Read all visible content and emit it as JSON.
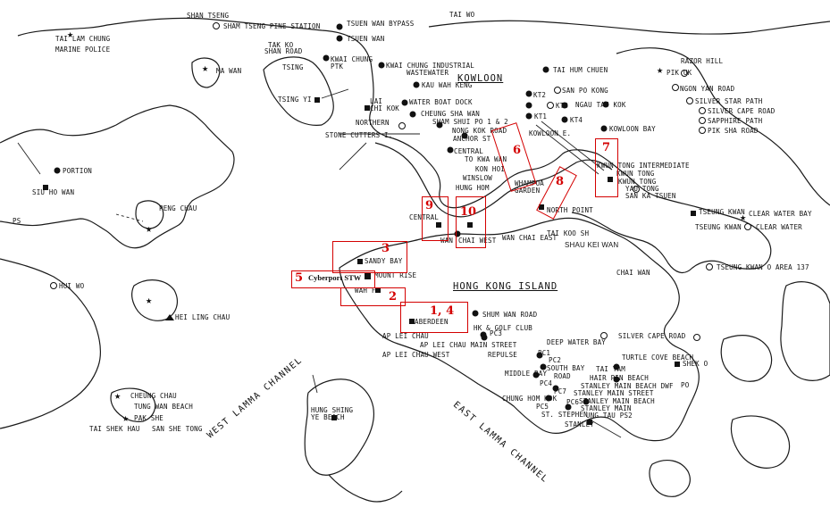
{
  "map": {
    "labels": {
      "shan_tseng": "SHAN TSENG",
      "sham_tseng_pine_station": "SHAM TSENG PINE STATION",
      "tsuen_wan_bypass": "TSUEN WAN BYPASS",
      "tsuen_wan": "TSUEN WAN",
      "tai_wo": "TAI WO",
      "tai_lam_chung": "TAI LAM CHUNG",
      "marine_police": "MARINE POLICE",
      "ma_wan": "MA WAN",
      "tai_ko": "TAK KO",
      "sha_road": "SHAN ROAD",
      "tsing": "TSING",
      "kwai_chung_ptk": "KWAI CHUNG\nPTK",
      "kwai_chung_industrial": "KWAI CHUNG INDUSTRIAL",
      "wastewater": "WASTEWATER",
      "kau_wah_keng": "KAU WAH KENG",
      "tsing_yi": "TSING YI",
      "kowloon": "KOWLOON",
      "tai_hum_chuen": "TAI HUM CHUEN",
      "razor_hill": "RAZOR HILL",
      "pik_uk": "PIK UK",
      "ngon_yan_road": "NGON YAN ROAD",
      "silver_star_path": "SILVER STAR PATH",
      "silver_cape_road": "SILVER CAPE ROAD",
      "sapphire_path": "SAPPHIRE PATH",
      "pik_sha_road": "PIK SHA ROAD",
      "san_po_kong": "SAN PO KONG",
      "kt2": "KT2",
      "kt3": "KT3",
      "kt1": "KT1",
      "kt4": "KT4",
      "ngau_tau_kok": "NGAU TAU KOK",
      "kowloon_bay": "KOWLOON BAY",
      "kowloon_e": "KOWLOON E.",
      "lai_chi_kok": "LAI\nCHI KOK",
      "water_boat_dock": "WATER BOAT DOCK",
      "cheung_sha_wan": "CHEUNG SHA WAN",
      "sham_shui_po": "SHAM SHUI PO 1 & 2",
      "northern": "NORTHERN",
      "nong_kok_road": "NONG KOK ROAD",
      "anchor_st": "ANCHOR ST",
      "stone_cutters": "STONE CUTTERS I.",
      "central_k": "CENTRAL",
      "to_kwa_wan": "TO KWA WAN",
      "kwun_tong_intermediate": "KWUN TONG INTERMEDIATE",
      "kwun_tong": "KWUN TONG",
      "kwun_tong2": "KWUN TONG",
      "yau_tong": "YAU TONG",
      "san_ka_tsuen": "SAN KA TSUEN",
      "portion": "PORTION",
      "siu_ho_wan": "SIU HO WAN",
      "ps": "PS",
      "peng_chau": "PENG CHAU",
      "kon_hoi": "KON HOI",
      "winslow": "WINSLOW",
      "hung_hom": "HUNG HOM",
      "whampoa_garden": "WHAMPOA\nGARDEN",
      "central_hk": "CENTRAL",
      "wan_chai": "WAN",
      "wan_chai_west": "CHAI WEST",
      "wan_chai_east": "WAN CHAI EAST",
      "north_point": "NORTH POINT",
      "tai_koo_sh": "TAI KOO SH",
      "shau_kei_wan": "SHAU KEI WAN",
      "tseung_kwan": "TSEUNG KWAN",
      "tseung_kwan2": "TSEUNG KWAN",
      "clear_water_bay": "CLEAR WATER BAY",
      "clear_water": "CLEAR  WATER",
      "tseung_kwan_o_area": "TSEUNG KWAN O AREA 137",
      "sandy_bay": "SANDY BAY",
      "mount_rise": "MOUNT RISE",
      "wah_fu": "WAH FU",
      "hong_kong_island": "HONG KONG ISLAND",
      "chai_wan": "CHAI WAN",
      "hui_wo": "HUI WO",
      "hei_ling_chau": "HEI LING CHAU",
      "aberdeen": "ABERDEEN",
      "shum_wan_road": "SHUM WAN ROAD",
      "hk_golf_club": "HK & GOLF CLUB",
      "ap_lei_chau": "AP LEI CHAU",
      "ap_lei_chau_main_street": "AP LEI CHAU MAIN STREET",
      "ap_lei_chau_west": "AP LEI CHAU WEST",
      "deep_water_bay": "DEEP WATER BAY",
      "repulse": "REPULSE",
      "middle_bay": "MIDDLE BAY",
      "south_bay": "SOUTH BAY",
      "south_bay_road": "ROAD",
      "silver_cape_road_lower": "SILVER CAPE ROAD",
      "turtle_cove_beach": "TURTLE COVE BEACH",
      "tai_tam": "TAI TAM",
      "hair_pin_beach": "HAIR PIN BEACH",
      "stanley_main_beach": "STANLEY MAIN BEACH DWF",
      "stanley_main_street": "STANLEY MAIN STREET",
      "stanley_main_beach2": "STANLEY MAIN BEACH",
      "stanley_main": "STANLEY MAIN",
      "shek_o": "SHEK O",
      "po": "PO",
      "chung_hom_kok": "CHUNG HOM KOK",
      "st_stephen": "ST. STEPHEN",
      "ma_tau_ps2": "UNG TAU PS2",
      "stanley": "STANLEY",
      "cheung_chau": "CHEUNG CHAU",
      "tung_wan_beach": "TUNG WAN BEACH",
      "pak_she": "PAK SHE",
      "tai_shek_hau": "TAI SHEK HAU",
      "san_she_tong": "SAN SHE TONG",
      "hung_shing_ye_beach": "HUNG SHING\nYE BEACH",
      "west_lamma_channel": "WEST LAMMA CHANNEL",
      "east_lamma_channel": "EAST LAMMA CHANNEL",
      "pc1": "PC1",
      "pc2": "PC2",
      "pc3": "PC3",
      "pc4": "PC4",
      "pc7": "PC7",
      "pc6": "PC6",
      "pc5": "PC5"
    },
    "annotations": {
      "site_1_4": "1, 4",
      "site_2": "2",
      "site_3": "3",
      "site_5": "5",
      "site_6": "6",
      "site_7": "7",
      "site_8": "8",
      "site_9": "9",
      "site_10": "10",
      "cyberport_stw": "Cyberport STW"
    },
    "colors": {
      "annotation_red": "#d40000",
      "coastline": "#1a1a1a"
    },
    "icons": [
      "treatment-works-icon",
      "outfall-icon",
      "star-icon",
      "pumping-station-icon",
      "target-icon",
      "peak-triangle-icon"
    ]
  }
}
